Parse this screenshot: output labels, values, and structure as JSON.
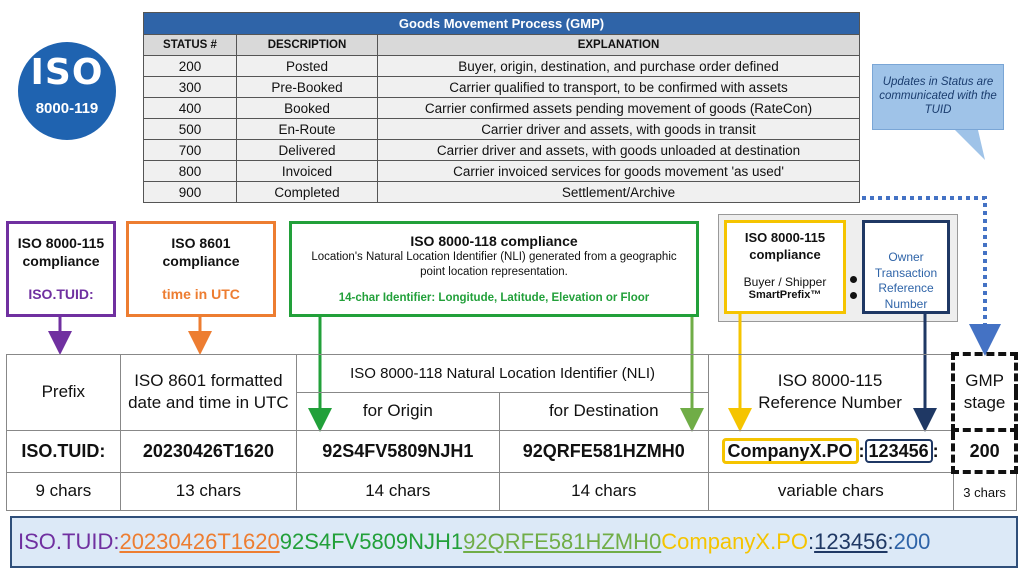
{
  "logo": {
    "big": "ISO",
    "small": "8000-119"
  },
  "gmp": {
    "title": "Goods Movement Process (GMP)",
    "headers": [
      "STATUS #",
      "DESCRIPTION",
      "EXPLANATION"
    ],
    "rows": [
      {
        "status": "200",
        "desc": "Posted",
        "exp": "Buyer, origin, destination, and purchase order defined"
      },
      {
        "status": "300",
        "desc": "Pre-Booked",
        "exp": "Carrier qualified to transport, to be confirmed with assets"
      },
      {
        "status": "400",
        "desc": "Booked",
        "exp": "Carrier confirmed assets pending movement of goods (RateCon)"
      },
      {
        "status": "500",
        "desc": "En-Route",
        "exp": "Carrier driver and assets, with goods in transit"
      },
      {
        "status": "700",
        "desc": "Delivered",
        "exp": "Carrier driver and assets, with goods unloaded at destination"
      },
      {
        "status": "800",
        "desc": "Invoiced",
        "exp": "Carrier invoiced services for goods movement 'as used'"
      },
      {
        "status": "900",
        "desc": "Completed",
        "exp": "Settlement/Archive"
      }
    ]
  },
  "callout": "Updates in Status are communicated with the TUID",
  "boxes": {
    "tuid": {
      "title": "ISO 8000-115 compliance",
      "sub": "ISO.TUID:"
    },
    "time": {
      "title": "ISO 8601 compliance",
      "sub": "time in UTC"
    },
    "nli": {
      "title": "ISO 8000-118 compliance",
      "desc": "Location's Natural Location Identifier (NLI) generated from a geographic point location representation.",
      "sub": "14-char Identifier: Longitude, Latitude, Elevation or Floor"
    },
    "ref": {
      "title": "ISO 8000-115 compliance",
      "sub1": "Buyer / Shipper",
      "sub2": "SmartPrefix™"
    },
    "owner": {
      "text": "Owner Transaction Reference Number"
    }
  },
  "table": {
    "h_prefix": "Prefix",
    "h_date": "ISO 8601 formatted date and time in UTC",
    "h_nli": "ISO 8000-118 Natural Location Identifier (NLI)",
    "h_origin": "for Origin",
    "h_dest": "for Destination",
    "h_ref": "ISO 8000-115 Reference Number",
    "h_gmp": "GMP stage",
    "v_prefix": "ISO.TUID:",
    "v_date": "20230426T1620",
    "v_origin": "92S4FV5809NJH1",
    "v_dest": "92QRFE581HZMH0",
    "v_company": "CompanyX.PO",
    "v_colon1": ":",
    "v_num": "123456",
    "v_colon2": ":",
    "v_gmp": "200",
    "c_prefix": "9 chars",
    "c_date": "13 chars",
    "c_origin": "14 chars",
    "c_dest": "14 chars",
    "c_ref": "variable chars",
    "c_gmp": "3 chars"
  },
  "final": {
    "prefix": "ISO.TUID:",
    "date": "20230426T1620",
    "origin": "92S4FV5809NJH1",
    "dest": "92QRFE581HZMH0",
    "company": "CompanyX.PO",
    "colon1": ":",
    "num": "123456",
    "colon2": ":",
    "gmp": "200"
  },
  "colors": {
    "purple": "#7030a0",
    "orange": "#ed7d31",
    "green": "#22a03a",
    "lightgreen": "#70ad47",
    "gold": "#f5c400",
    "navy": "#1f3864",
    "blue": "#2f64a8"
  }
}
